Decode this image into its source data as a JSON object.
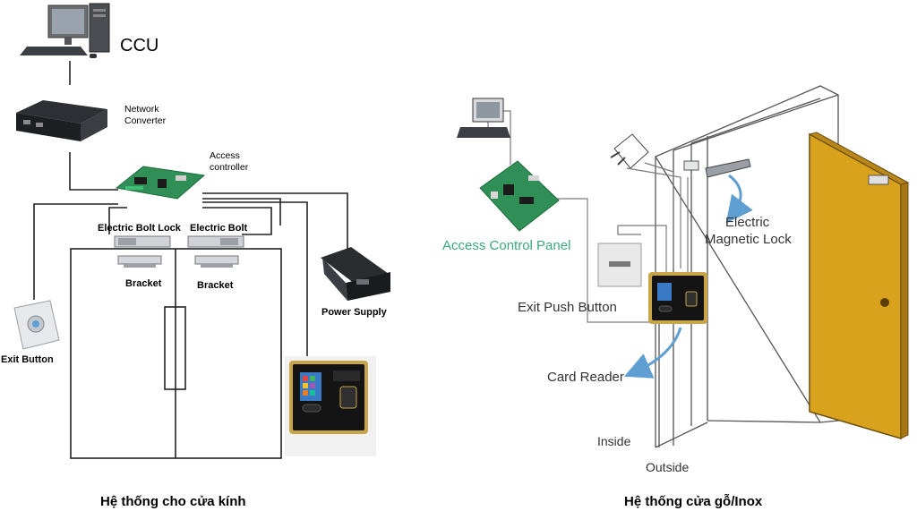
{
  "left_diagram": {
    "ccu": "CCU",
    "network_converter": [
      "Network",
      "Converter"
    ],
    "access_controller": [
      "Access",
      "controller"
    ],
    "electric_bolt_lock": "Electric Bolt Lock",
    "electric_bolt": "Electric Bolt",
    "bracket_1": "Bracket",
    "bracket_2": "Bracket",
    "power_supply": "Power Supply",
    "exit_button": "Exit Button",
    "caption": "Hệ thống cho cửa kính"
  },
  "right_diagram": {
    "access_control_panel": "Access Control Panel",
    "electric_magnetic_lock": [
      "Electric",
      "Magnetic Lock"
    ],
    "exit_push_button": "Exit Push Button",
    "card_reader": "Card Reader",
    "inside": "Inside",
    "outside": "Outside",
    "caption": "Hệ thống cửa gỗ/Inox"
  },
  "colors": {
    "door": "#d9a21c",
    "pcb": "#2f8f56",
    "panel_label": "#3aaa7a",
    "reader_frame": "#c8a44a",
    "arrow": "#5f9ed1"
  }
}
